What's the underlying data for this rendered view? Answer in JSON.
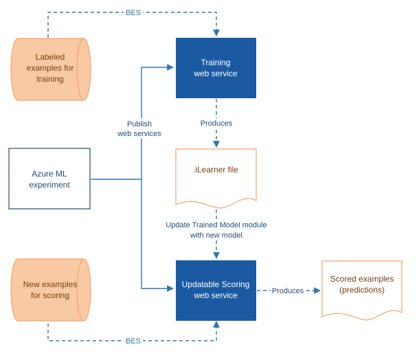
{
  "nodes": {
    "labeled_examples": [
      "Labeled",
      "examples for",
      "training"
    ],
    "azure_ml": [
      "Azure ML",
      "experiment"
    ],
    "new_examples": [
      "New examples",
      "for scoring"
    ],
    "training_ws": [
      "Training",
      "web service"
    ],
    "ilearner": [
      ".iLearner file"
    ],
    "scoring_ws": [
      "Updatable Scoring",
      "web service"
    ],
    "scored": [
      "Scored examples",
      "(predictions)"
    ]
  },
  "edges": {
    "bes_top": "BES",
    "bes_bottom": "BES",
    "publish": [
      "Publish",
      "web services"
    ],
    "produces_training": "Produces",
    "update_module": [
      "Update Trained Model module",
      "with new model"
    ],
    "produces_scoring": "Produces"
  },
  "colors": {
    "dark_blue": "#1B5AA3",
    "edge_blue": "#2E75B6",
    "orange_fill": "#F8C9A2",
    "orange_stroke": "#F4A46A",
    "doc_stroke": "#F4A46A",
    "text_orange": "#7A3E12",
    "text_blue": "#1F4E79"
  }
}
